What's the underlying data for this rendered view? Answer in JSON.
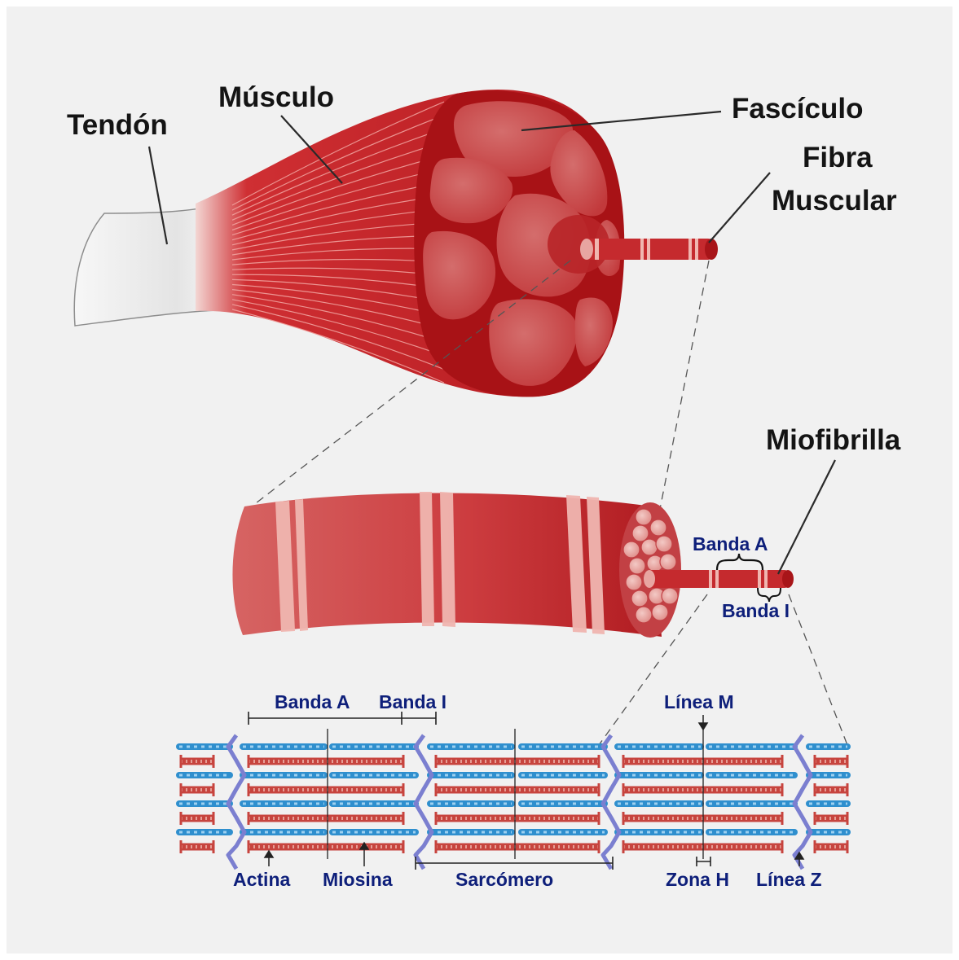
{
  "labels": {
    "tendon": "Tendón",
    "musculo": "Músculo",
    "fasciculo": "Fascículo",
    "fibra_line1": "Fibra",
    "fibra_line2": "Muscular",
    "miofibrilla": "Miofibrilla",
    "banda_a_small": "Banda A",
    "banda_i_small": "Banda I",
    "banda_a": "Banda A",
    "banda_i": "Banda I",
    "linea_m": "Línea M",
    "actina": "Actina",
    "miosina": "Miosina",
    "sarcomero": "Sarcómero",
    "zona_h": "Zona H",
    "linea_z": "Línea Z"
  },
  "colors": {
    "background": "#f1f1f1",
    "muscle_dark": "#b01a1f",
    "muscle_mid": "#cc3a3d",
    "muscle_light": "#dd7a78",
    "band_light": "#f0b6b0",
    "actin_blue": "#2f8fce",
    "z_line_purple": "#7b7fd0",
    "label_blue": "#0e1f7a",
    "label_black": "#141414"
  }
}
